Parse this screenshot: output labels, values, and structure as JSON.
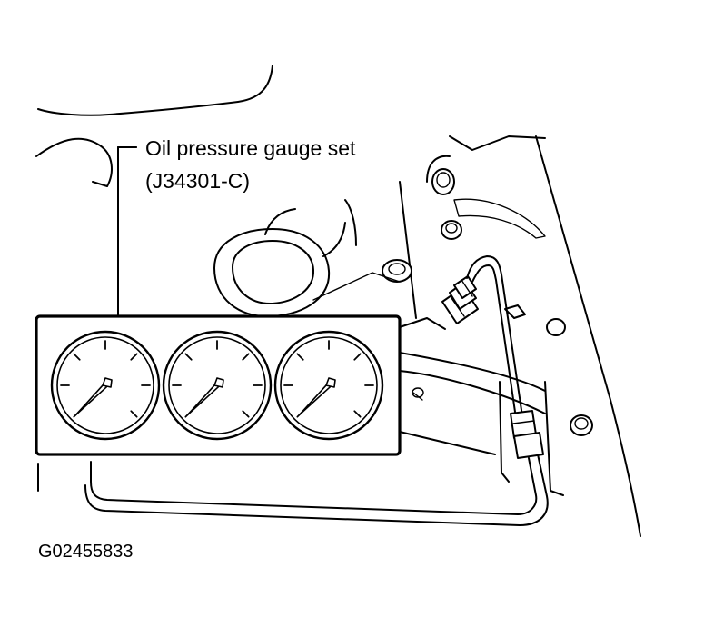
{
  "callout": {
    "line1": "Oil pressure gauge set",
    "line2": "(J34301-C)"
  },
  "figure_id": "G02455833",
  "gauges": [
    {
      "needle_angle_deg": 225
    },
    {
      "needle_angle_deg": 225
    },
    {
      "needle_angle_deg": 225
    }
  ]
}
